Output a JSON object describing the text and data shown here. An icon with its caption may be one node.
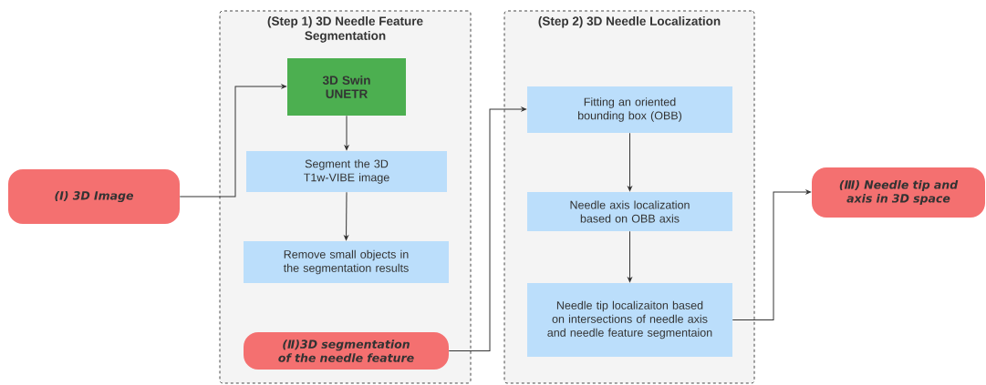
{
  "diagram": {
    "nodes": [
      {
        "text": [
          "(Ⅰ) 3D Image"
        ]
      },
      {
        "text": [
          "(Step 1) 3D Needle Feature Segmentation"
        ]
      },
      {
        "text": [
          "3D Swin UNETR"
        ],
        "in": 1
      },
      {
        "text": [
          "Segment the 3D T1w-VIBE image"
        ],
        "in": 1
      },
      {
        "text": [
          "Remove small objects in the segmentation results"
        ],
        "in": 1
      },
      {
        "text": [
          "(Ⅱ)3D segmentation of the needle feature"
        ],
        "in": 1
      },
      {
        "text": [
          "(Step 2) 3D Needle Localization"
        ]
      },
      {
        "text": [
          "Fitting an oriented bounding box (OBB)"
        ],
        "in": 6
      },
      {
        "text": [
          "Needle axis localization based on OBB axis"
        ],
        "in": 6
      },
      {
        "text": [
          "Needle tip localizaiton based on intersections of needle axis and needle feature segmentaion"
        ],
        "in": 6
      },
      {
        "text": [
          "(Ⅲ) Needle tip and axis in 3D space"
        ]
      }
    ],
    "edges": [
      {
        "from": 0,
        "to": 2,
        "arrow": "to"
      },
      {
        "from": 2,
        "to": 3,
        "arrow": "to"
      },
      {
        "from": 3,
        "to": 4,
        "arrow": "to"
      },
      {
        "from": 5,
        "to": 7,
        "arrow": "to"
      },
      {
        "from": 7,
        "to": 8,
        "arrow": "to"
      },
      {
        "from": 8,
        "to": 9,
        "arrow": "to"
      },
      {
        "from": 9,
        "to": 10,
        "arrow": "to"
      }
    ]
  }
}
